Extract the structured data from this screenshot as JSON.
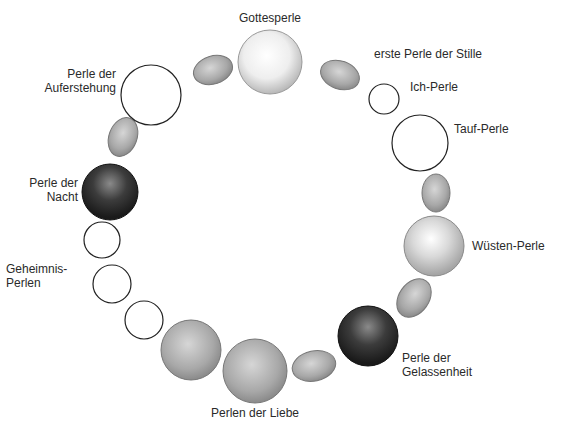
{
  "diagram": {
    "labels": [
      "Gottesperle",
      "erste Perle der Stille",
      "Ich-Perle",
      "Tauf-Perle",
      "Wüsten-Perle",
      "Perle der Gelassenheit",
      "Perlen der Liebe",
      "Geheimnis-Perlen",
      "Perle der Nacht",
      "Perle der Auferstehung"
    ]
  }
}
